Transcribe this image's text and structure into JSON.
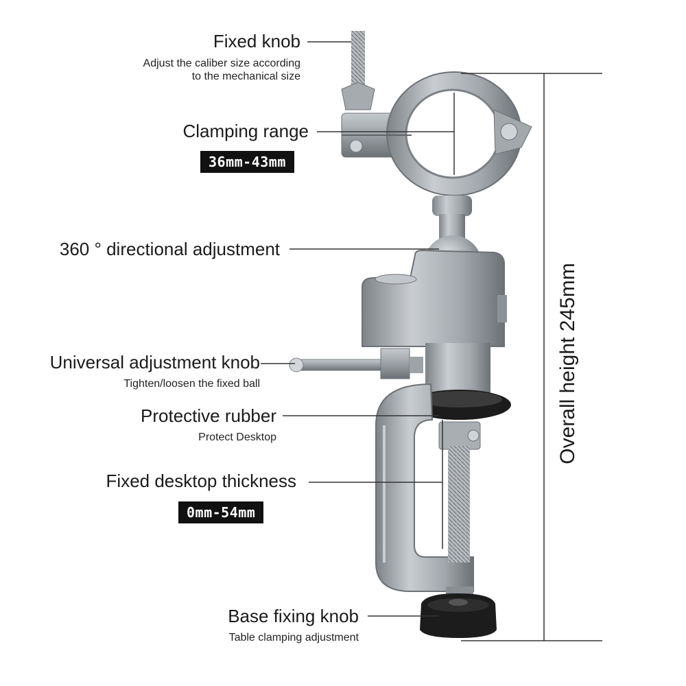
{
  "callouts": {
    "fixed_knob": {
      "title": "Fixed knob",
      "desc_line1": "Adjust the caliber size according",
      "desc_line2": "to the mechanical size"
    },
    "clamping_range": {
      "title": "Clamping range",
      "value": "36mm-43mm"
    },
    "directional": {
      "title": "360 ° directional adjustment"
    },
    "universal_knob": {
      "title": "Universal adjustment knob",
      "desc": "Tighten/loosen the fixed ball"
    },
    "protective_rubber": {
      "title": "Protective rubber",
      "desc": "Protect Desktop"
    },
    "desktop_thickness": {
      "title": "Fixed desktop thickness",
      "value": "0mm-54mm"
    },
    "base_knob": {
      "title": "Base fixing knob",
      "desc": "Table clamping adjustment"
    }
  },
  "overall_height": {
    "label": "Overall height 245mm"
  },
  "colors": {
    "metal": "#9ea3a8",
    "metal_dark": "#6f7479",
    "rubber": "#1c1c1c",
    "line": "#333333",
    "badge_bg": "#111111"
  },
  "icons": {
    "product": "bench-vise-clamp-icon"
  }
}
